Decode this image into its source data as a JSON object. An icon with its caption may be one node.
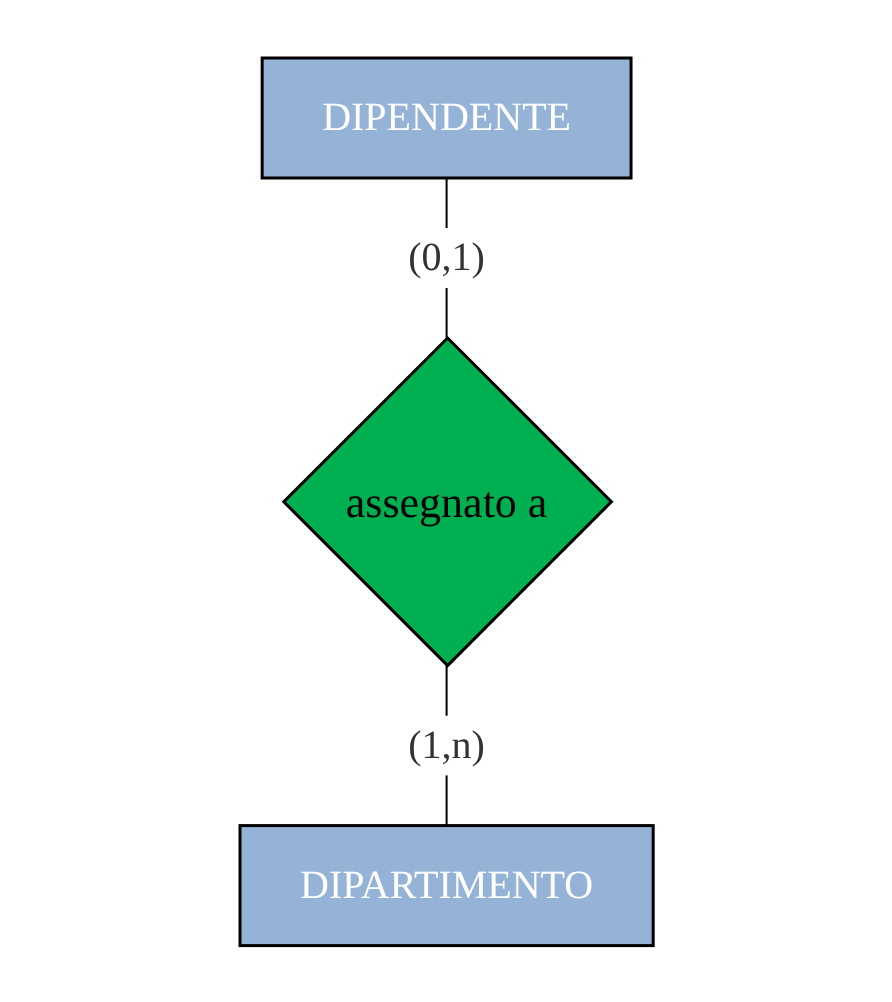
{
  "diagram": {
    "nodes": [
      {
        "text": [
          "DIPENDENTE"
        ]
      },
      {
        "text": [
          "assegnato a"
        ]
      },
      {
        "text": [
          "DIPARTIMENTO"
        ]
      }
    ],
    "edges": [
      {
        "from": 0,
        "to": 1,
        "arrow": "none",
        "label": "(0,1)"
      },
      {
        "from": 1,
        "to": 2,
        "arrow": "none",
        "label": "(1,n)"
      }
    ]
  }
}
